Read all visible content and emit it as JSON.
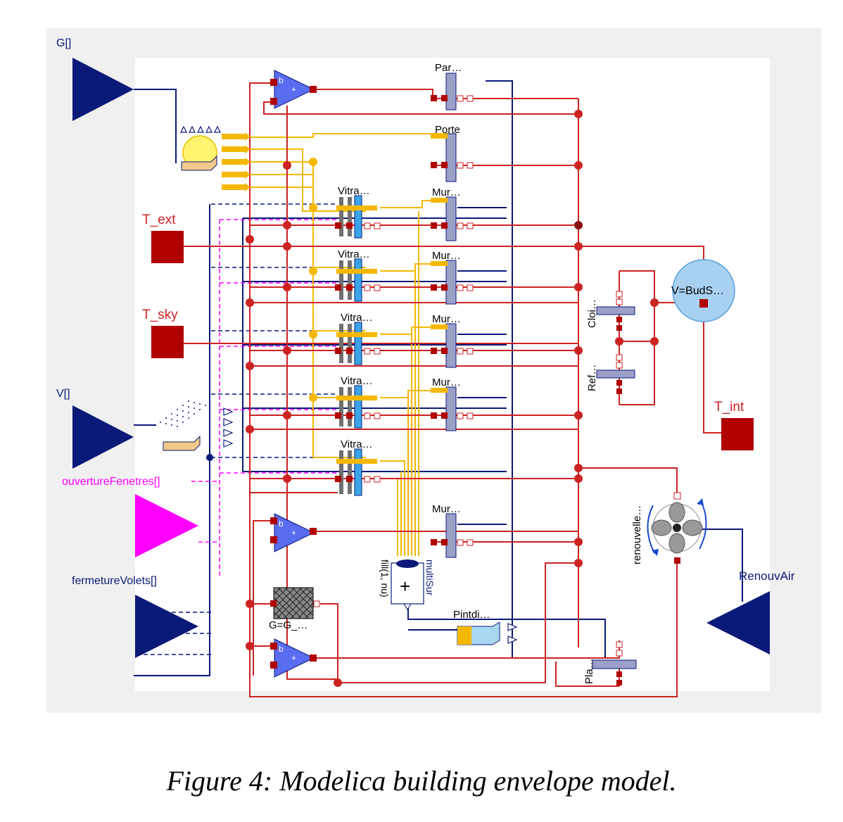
{
  "caption": "Figure 4: Modelica building envelope model.",
  "inputs": {
    "G": "G[]",
    "T_ext": "T_ext",
    "T_sky": "T_sky",
    "V": "V[]",
    "ouverture": "ouvertureFenetres[]",
    "fermeture": "fermetureVolets[]",
    "T_int": "T_int",
    "renouv": "RenouvAir"
  },
  "components": {
    "par": "Par…",
    "porte": "Porte",
    "vitra": [
      "Vitra…",
      "Vitra…",
      "Vitra…",
      "Vitra…",
      "Vitra…"
    ],
    "mur": [
      "Mur…",
      "Mur…",
      "Mur…",
      "Mur…",
      "Mur…"
    ],
    "volume": "V=BudS…",
    "cloi": "Cloi…",
    "ref": "Ref…",
    "renouvelle": "renouvelle…",
    "plan": "Pla…",
    "pintdi": "Pintdi…",
    "fill": "fill(1, nu)",
    "multisum": "multiSur",
    "gain": "G=G_…",
    "plus": "+",
    "add_b": "b",
    "add_plus": "+"
  },
  "colors": {
    "heat": "#cc2222",
    "navy": "#0a1a78",
    "solar": "#f5b800",
    "magenta": "#ff00ff",
    "block_blue": "#5a6cf0",
    "wall_grey": "#9aa0c8"
  }
}
